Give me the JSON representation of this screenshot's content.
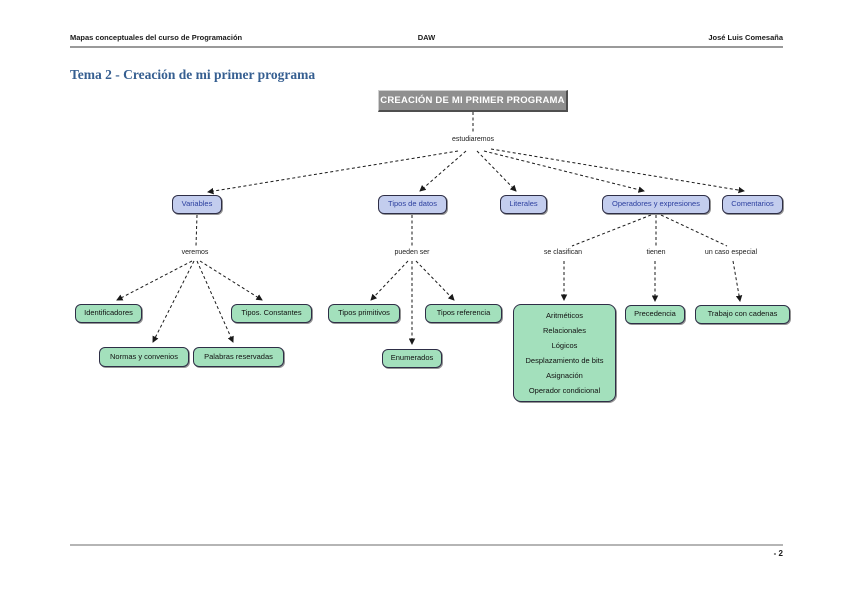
{
  "header": {
    "left": "Mapas conceptuales del curso de Programación",
    "center": "DAW",
    "right": "José Luis Comesaña"
  },
  "title": "Tema 2 - Creación de mi primer programa",
  "footer": {
    "page_number": "- 2"
  },
  "map": {
    "root": "CREACIÓN DE MI PRIMER PROGRAMA",
    "link_labels": {
      "estudiaremos": "estudiaremos",
      "veremos": "veremos",
      "pueden_ser": "pueden ser",
      "se_clasifican": "se clasifican",
      "tienen": "tienen",
      "caso_especial": "un caso especial"
    },
    "topics": {
      "variables": "Variables",
      "tipos_datos": "Tipos de datos",
      "literales": "Literales",
      "operadores": "Operadores y expresiones",
      "comentarios": "Comentarios"
    },
    "leaves": {
      "identificadores": "Identificadores",
      "tipos_constantes": "Tipos. Constantes",
      "normas_convenios": "Normas y convenios",
      "palabras_reservadas": "Palabras reservadas",
      "tipos_primitivos": "Tipos primitivos",
      "tipos_referencia": "Tipos referencia",
      "enumerados": "Enumerados",
      "precedencia": "Precedencia",
      "trabajo_cadenas": "Trabajo con cadenas"
    },
    "operator_types": [
      "Aritméticos",
      "Relacionales",
      "Lógicos",
      "Desplazamiento de bits",
      "Asignación",
      "Operador condicional"
    ]
  },
  "colors": {
    "title_blue": "#365f91",
    "root_fill": "#8f8f8f",
    "root_text": "#ffffff",
    "topic_fill": "#c3cdee",
    "topic_text": "#2c3f9e",
    "leaf_fill": "#a3e0bc",
    "leaf_text": "#111111",
    "line": "#1a1a1a"
  }
}
